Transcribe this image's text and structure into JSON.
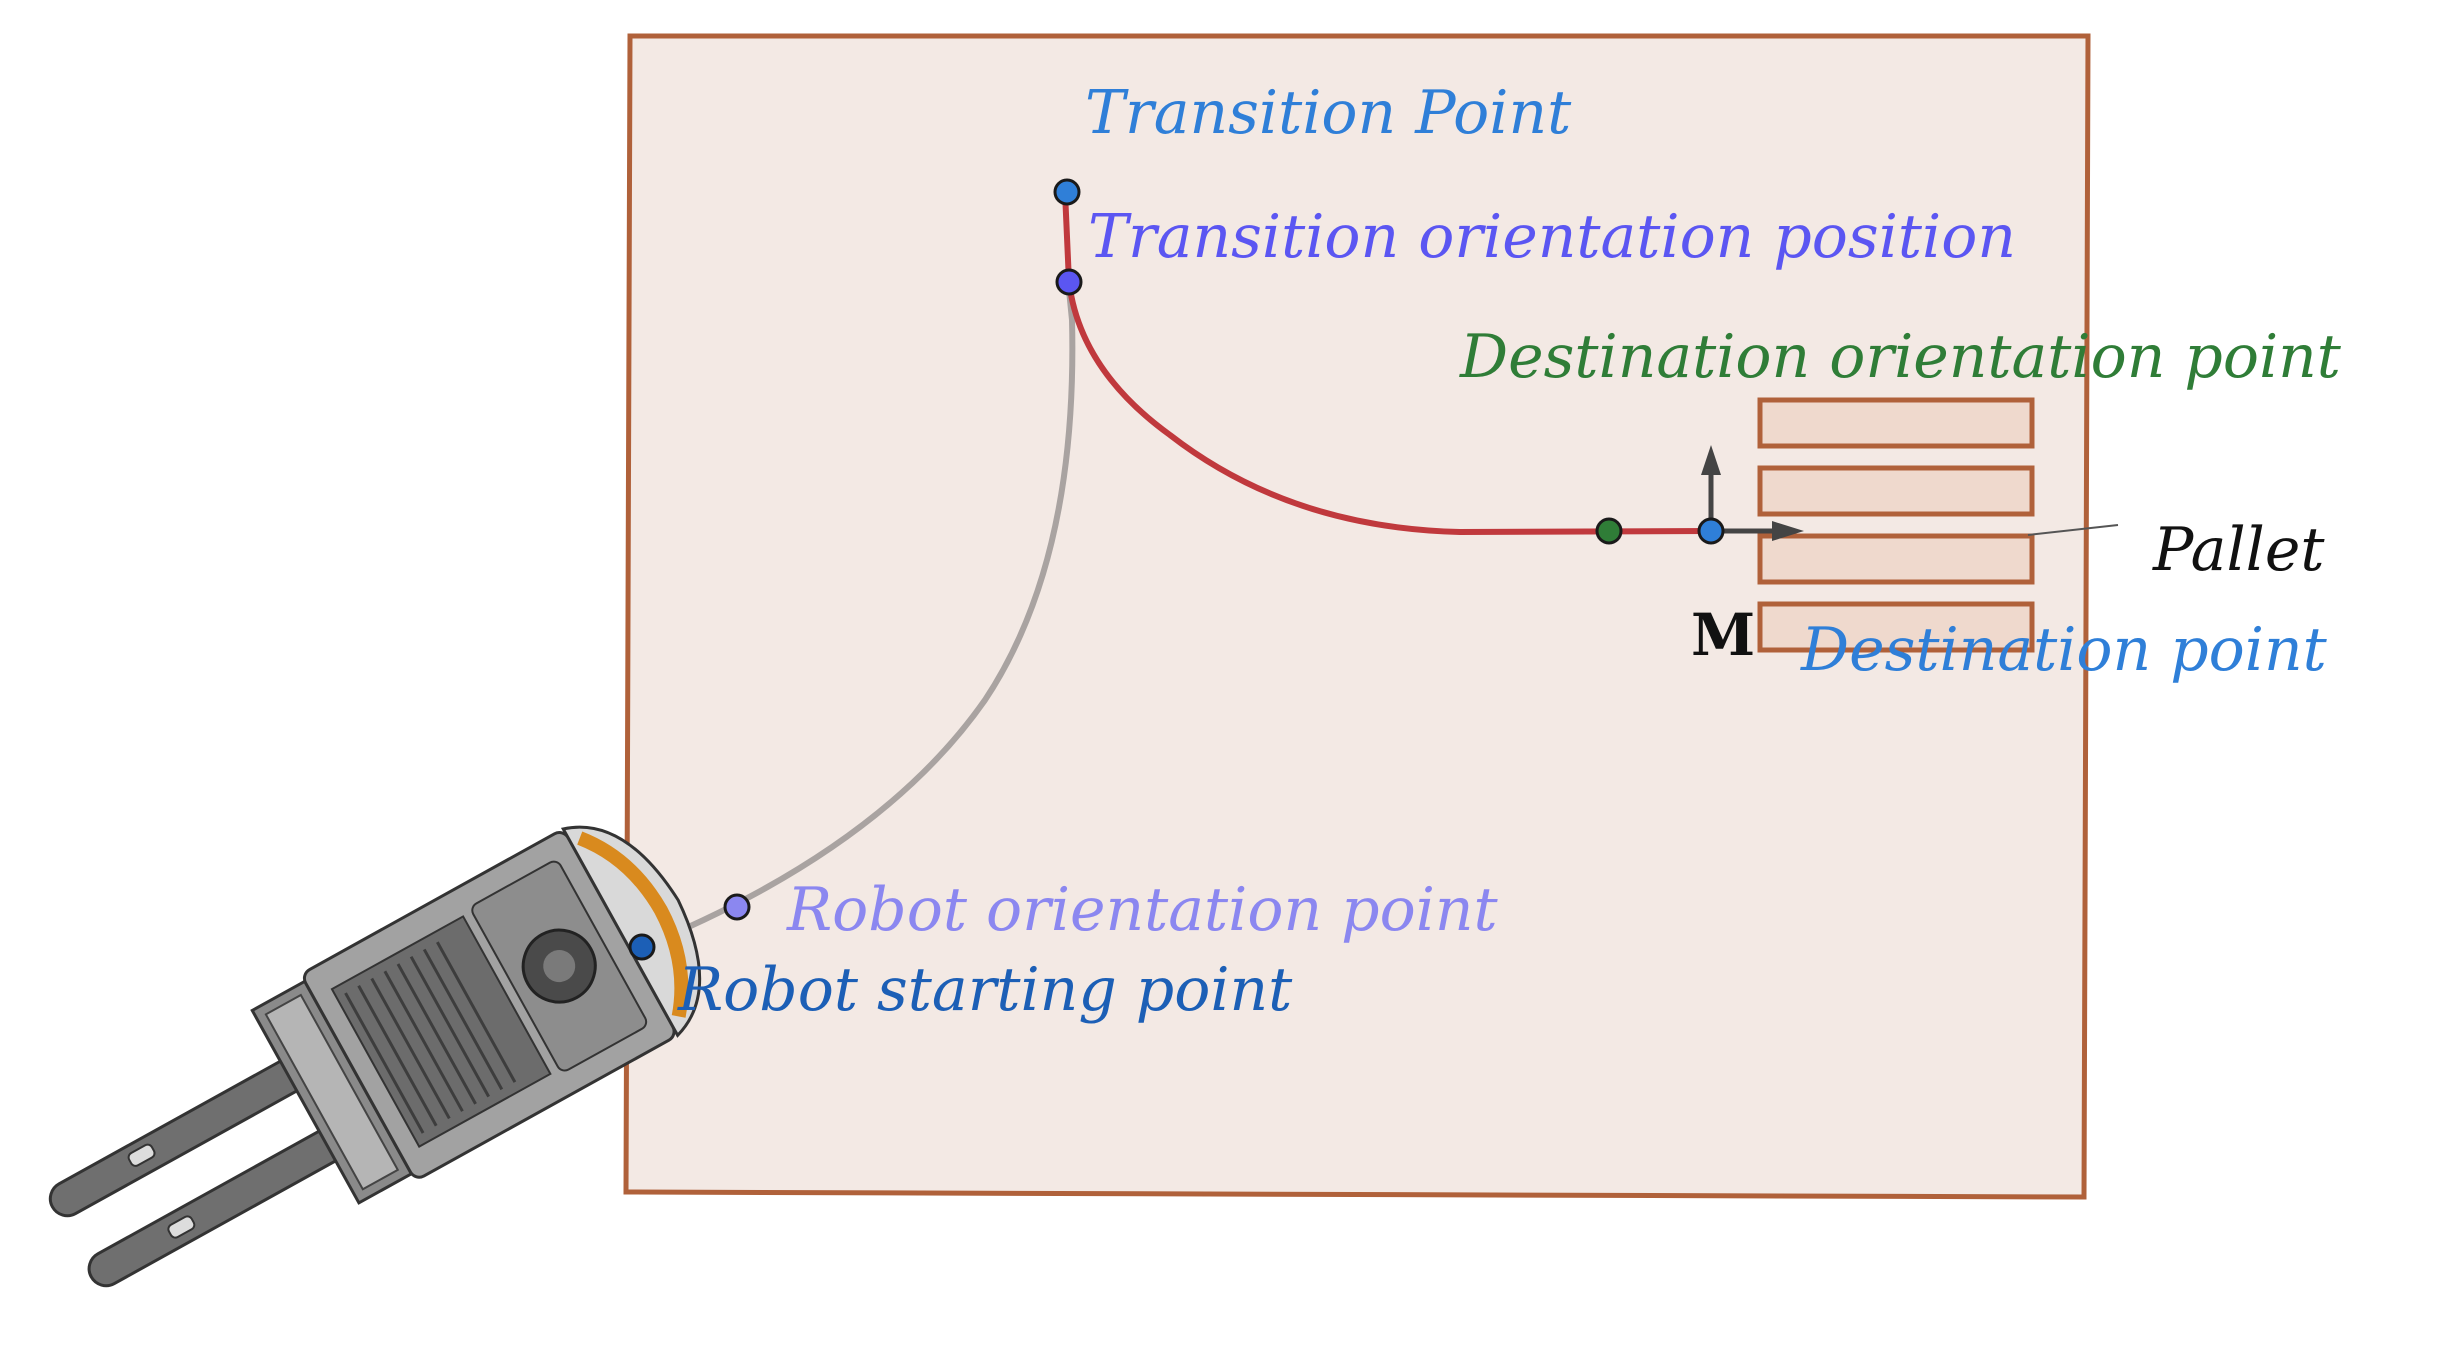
{
  "colors": {
    "area_fill": "#f3e9e4",
    "area_stroke": "#b0613a",
    "pallet_fill": "#efd9cd",
    "pallet_stroke": "#b0613a",
    "path_approach": "#a9a3a1",
    "path_final": "#c0393d",
    "point_start": "#1c5fb6",
    "point_robot_orient": "#8b87f0",
    "point_transition": "#2f7fd8",
    "point_transition_orient": "#5b56f2",
    "point_dest_orient": "#2f7d37",
    "point_dest": "#2f7fd8",
    "frame_axes": "#444444"
  },
  "labels": {
    "transition_point": "Transition Point",
    "transition_orientation_position": "Transition orientation position",
    "destination_orientation_point": "Destination orientation point",
    "pallet": "Pallet",
    "frame_m": "M",
    "destination_point": "Destination point",
    "robot_orientation_point": "Robot orientation point",
    "robot_starting_point": "Robot starting point"
  },
  "icons": {
    "robot": "forklift-robot-icon",
    "frame": "coordinate-frame-icon"
  }
}
